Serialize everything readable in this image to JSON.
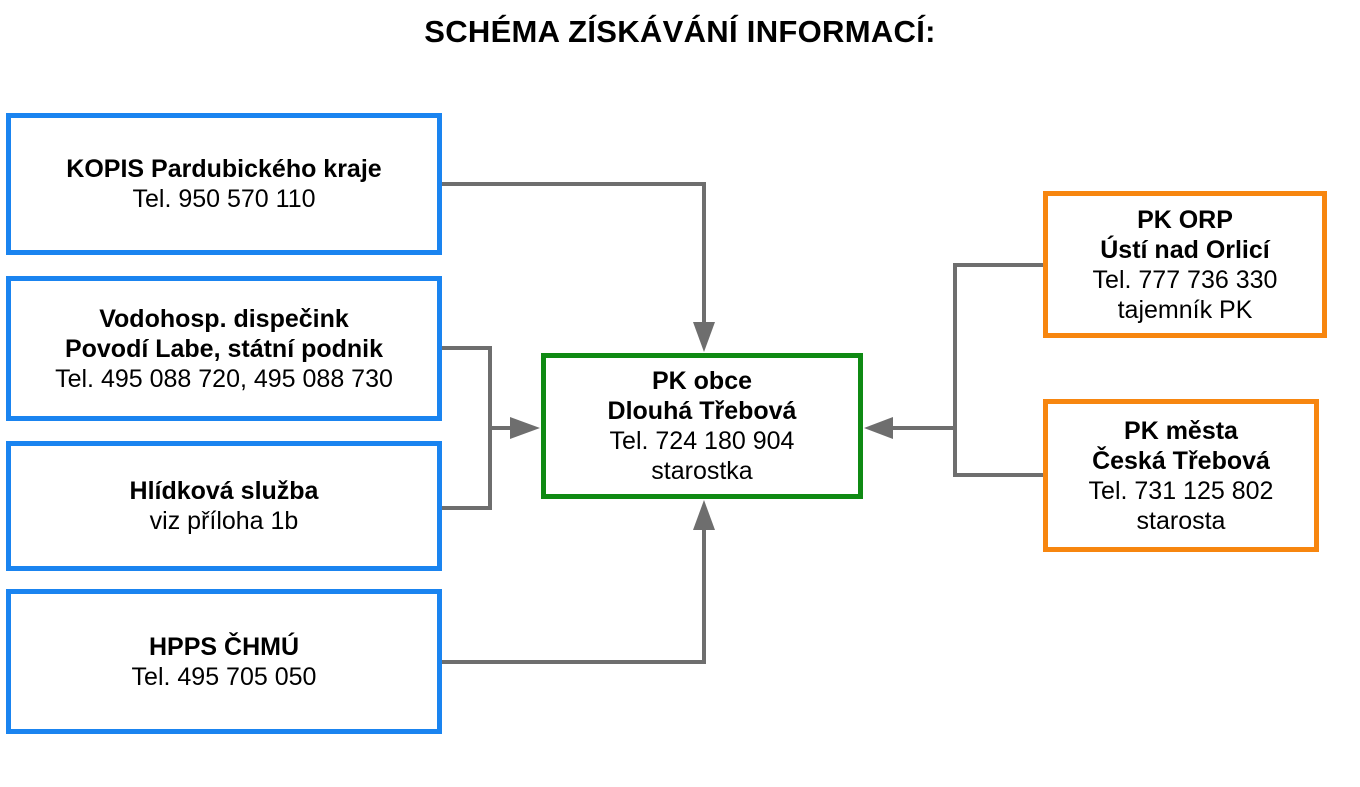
{
  "title": "SCHÉMA ZÍSKÁVÁNÍ INFORMACÍ:",
  "colors": {
    "source_border": "#1a84f0",
    "center_border": "#0f8a13",
    "peer_border": "#f7860f",
    "connector": "#6e6e6e"
  },
  "nodes": {
    "kopis": {
      "name": "KOPIS Pardubického kraje",
      "phone": "Tel. 950 570 110"
    },
    "vodohosp": {
      "name_line1": "Vodohosp. dispečink",
      "name_line2": "Povodí Labe, státní podnik",
      "phone": "Tel. 495 088 720, 495 088 730"
    },
    "hlidkova": {
      "name": "Hlídková služba",
      "note": "viz příloha 1b"
    },
    "hpps": {
      "name": "HPPS ČHMÚ",
      "phone": "Tel. 495 705 050"
    },
    "center": {
      "name_line1": "PK obce",
      "name_line2": "Dlouhá Třebová",
      "phone": "Tel. 724 180 904",
      "role": "starostka"
    },
    "orp": {
      "name_line1": "PK ORP",
      "name_line2": "Ústí nad Orlicí",
      "phone": "Tel. 777 736 330",
      "role": "tajemník PK"
    },
    "mesta": {
      "name_line1": "PK města",
      "name_line2": "Česká Třebová",
      "phone": "Tel. 731 125 802",
      "role": "starosta"
    }
  }
}
